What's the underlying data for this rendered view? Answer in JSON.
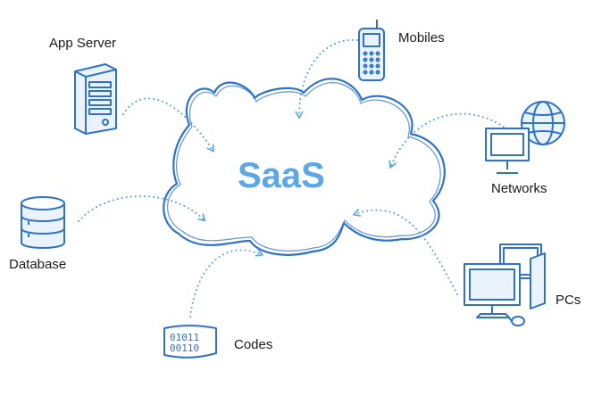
{
  "diagram": {
    "center_label": "SaaS",
    "nodes": {
      "app_server": "App Server",
      "mobiles": "Mobiles",
      "networks": "Networks",
      "database": "Database",
      "pcs": "PCs",
      "codes": "Codes"
    },
    "codes_icon_text": [
      "01011",
      "00110"
    ]
  },
  "colors": {
    "stroke": "#2e72c9",
    "title": "#5ca8e6",
    "dots": "#5aa3dd",
    "label": "#1a1a1a"
  },
  "icons": [
    "server-icon",
    "mobile-phone-icon",
    "network-globe-icon",
    "database-icon",
    "desktop-pc-icon",
    "code-sheet-icon"
  ]
}
